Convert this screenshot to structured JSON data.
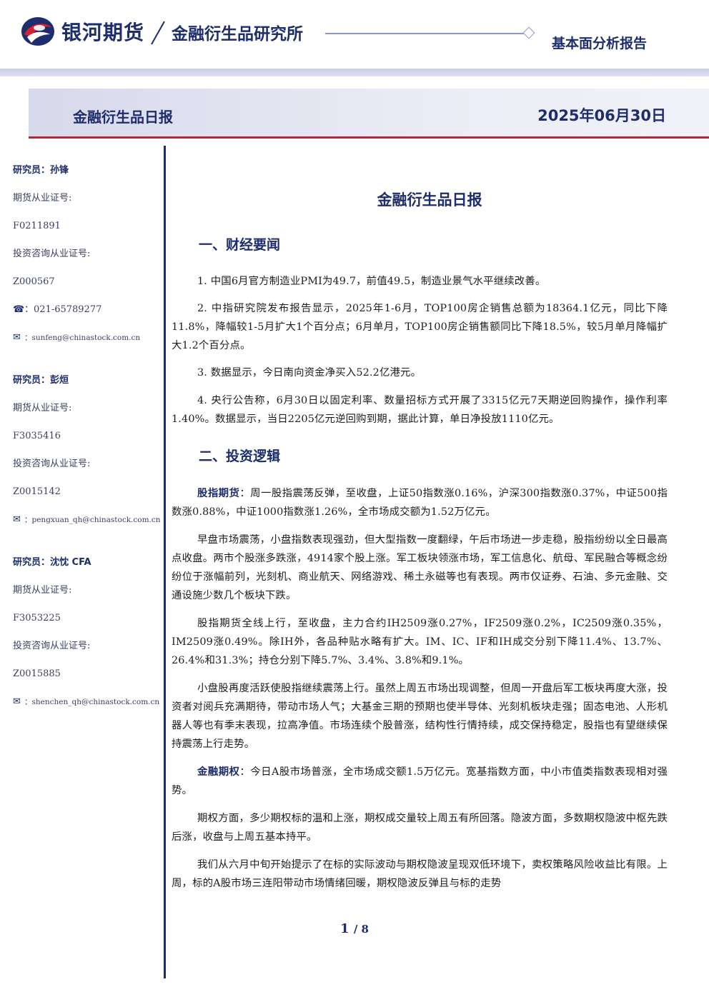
{
  "header": {
    "brand": "银河期货",
    "institute": "金融衍生品研究所",
    "report_type": "基本面分析报告"
  },
  "banner": {
    "title": "金融衍生品日报",
    "date": "2025年06月30日"
  },
  "authors": [
    {
      "name": "研究员：孙锋",
      "license_label": "期货从业证号:",
      "license": "F0211891",
      "consult_label": "投资咨询从业证号:",
      "consult": "Z000567",
      "phone": "：021-65789277",
      "email": "：sunfeng@chinastock.com.cn"
    },
    {
      "name": "研究员：彭烜",
      "license_label": "期货从业证号:",
      "license": "F3035416",
      "consult_label": "投资咨询从业证号:",
      "consult": "Z0015142",
      "email": "：pengxuan_qh@chinastock.com.cn"
    },
    {
      "name": "研究员：沈忱 CFA",
      "license_label": "期货从业证号:",
      "license": "F3053225",
      "consult_label": "投资咨询从业证号:",
      "consult": "Z0015885",
      "email": "：shenchen_qh@chinastock.com.cn"
    }
  ],
  "doc_title": "金融衍生品日报",
  "sections": {
    "s1_title": "一、财经要闻",
    "news": [
      "1. 中国6月官方制造业PMI为49.7，前值49.5，制造业景气水平继续改善。",
      "2. 中指研究院发布报告显示，2025年1-6月，TOP100房企销售总额为18364.1亿元，同比下降11.8%，降幅较1-5月扩大1个百分点；6月单月，TOP100房企销售额同比下降18.5%，较5月单月降幅扩大1.2个百分点。",
      "3. 数据显示，今日南向资金净买入52.2亿港元。",
      "4. 央行公告称，6月30日以固定利率、数量招标方式开展了3315亿元7天期逆回购操作，操作利率1.40%。数据显示，当日2205亿元逆回购到期，据此计算，单日净投放1110亿元。"
    ],
    "s2_title": "二、投资逻辑",
    "stock_label": "股指期货",
    "stock_p1": "：周一股指震荡反弹，至收盘，上证50指数涨0.16%，沪深300指数涨0.37%，中证500指数涨0.88%，中证1000指数涨1.26%，全市场成交额为1.52万亿元。",
    "stock_p2": "早盘市场震荡，小盘指数表现强劲，但大型指数一度翻绿，午后市场进一步走稳，股指纷纷以全日最高点收盘。两市个股涨多跌涨，4914家个股上涨。军工板块领涨市场，军工信息化、航母、军民融合等概念纷纷位于涨幅前列，光刻机、商业航天、网络游戏、稀土永磁等也有表现。两市仅证券、石油、多元金融、交通设施少数几个板块下跌。",
    "stock_p3": "股指期货全线上行，至收盘，主力合约IH2509涨0.27%，IF2509涨0.2%，IC2509涨0.35%，IM2509涨0.49%。除IH外，各品种贴水略有扩大。IM、IC、IF和IH成交分别下降11.4%、13.7%、26.4%和31.3%；持仓分别下降5.7%、3.4%、3.8%和9.1%。",
    "stock_p4": "小盘股再度活跃使股指继续震荡上行。虽然上周五市场出现调整，但周一开盘后军工板块再度大涨，投资者对阅兵充满期待，带动市场人气；大基金三期的预期也使半导体、光刻机板块走强；固态电池、人形机器人等也有季末表现，拉高净值。市场连续个股普涨，结构性行情持续，成交保持稳定，股指也有望继续保持震荡上行走势。",
    "option_label": "金融期权",
    "option_p1": "：今日A股市场普涨，全市场成交额1.5万亿元。宽基指数方面，中小市值类指数表现相对强势。",
    "option_p2": "期权方面，多少期权标的温和上涨，期权成交量较上周五有所回落。隐波方面，多数期权隐波中枢先跌后涨，收盘与上周五基本持平。",
    "option_p3": "我们从六月中旬开始提示了在标的实际波动与期权隐波呈现双低环境下，卖权策略风险收益比有限。上周，标的A股市场三连阳带动市场情绪回暖，期权隐波反弹且与标的走势"
  },
  "page": {
    "current": "1",
    "total": "/ 8"
  }
}
